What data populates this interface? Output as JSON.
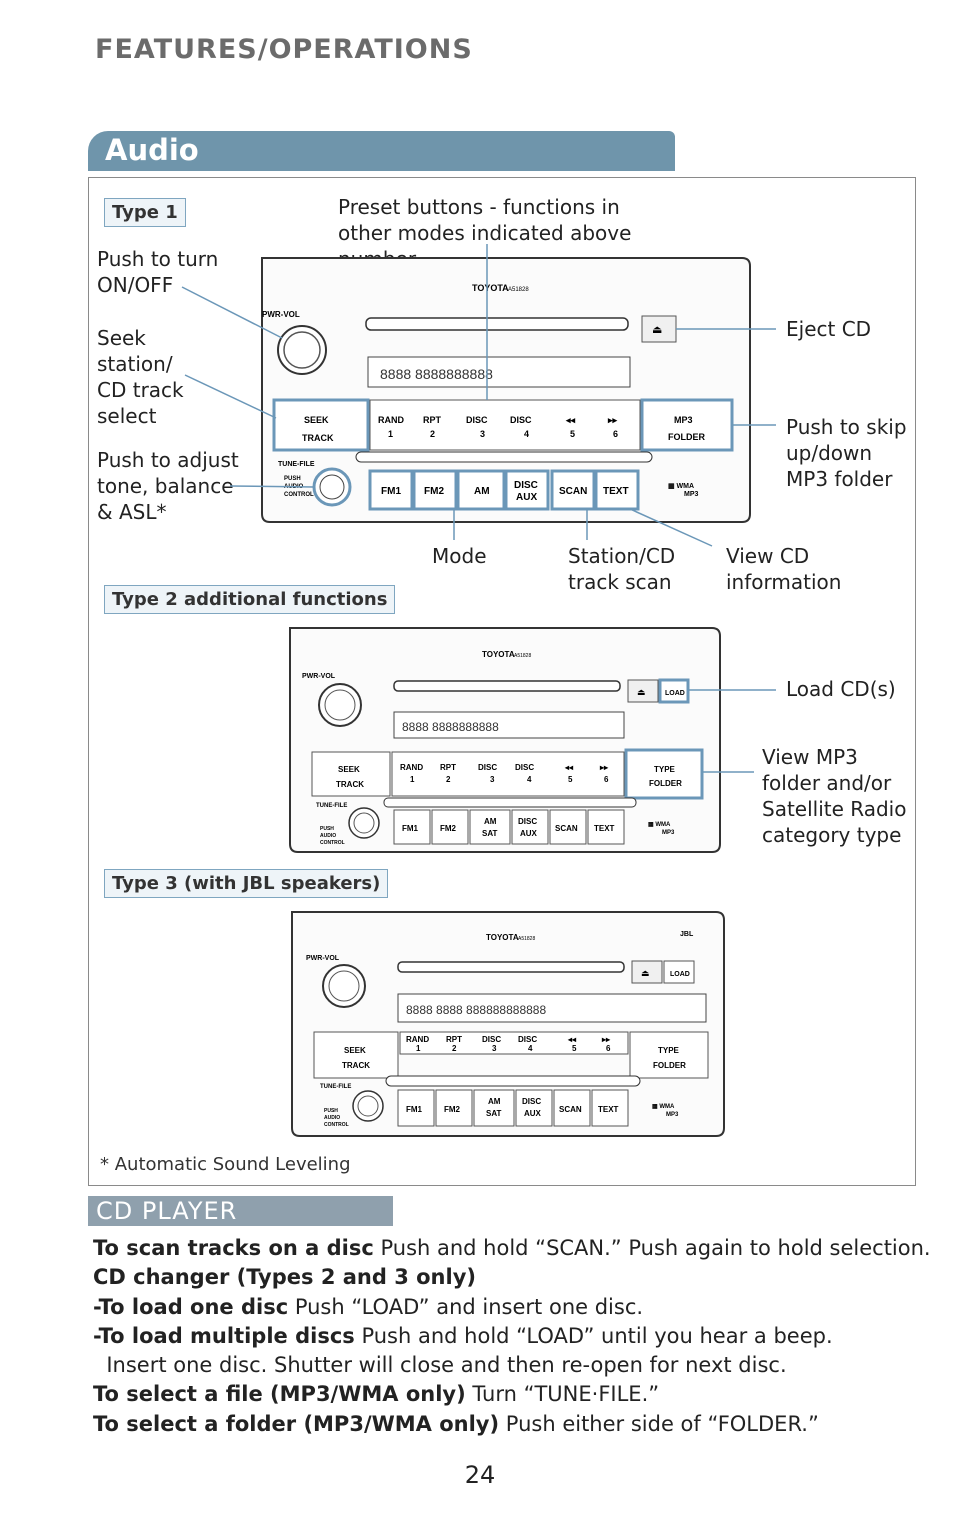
{
  "page": {
    "section_title": "FEATURES/OPERATIONS",
    "banner": "Audio",
    "page_number": "24",
    "footnote": "* Automatic Sound Leveling"
  },
  "type_tags": {
    "type1": "Type 1",
    "type2": "Type 2 additional functions",
    "type3": "Type 3 (with JBL speakers)"
  },
  "callouts": {
    "preset": "Preset buttons - functions in other modes indicated above number",
    "push_on_off": "Push to turn ON/OFF",
    "seek": "Seek station/ CD track select",
    "adjust": "Push to adjust tone, balance & ASL*",
    "eject": "Eject CD",
    "skip_folder": "Push to skip up/down MP3 folder",
    "mode": "Mode",
    "scan": "Station/CD track scan",
    "view_cd": "View CD information",
    "load": "Load CD(s)",
    "view_mp3": "View MP3 folder and/or Satellite Radio category type"
  },
  "radio": {
    "brand": "TOYOTA",
    "model": "A51828",
    "pwr_vol": "PWR-VOL",
    "tune_file": "TUNE-FILE",
    "push_audio_control": "PUSH AUDIO CONTROL",
    "seek": "SEEK",
    "track": "TRACK",
    "presets_type1": [
      "RAND 1",
      "RPT 2",
      "DISC 3",
      "DISC 4",
      "5",
      "6"
    ],
    "mp3_folder": "MP3 FOLDER",
    "type_folder": "TYPE FOLDER",
    "bottom_type1": [
      "FM1",
      "FM2",
      "AM",
      "DISC AUX",
      "SCAN",
      "TEXT"
    ],
    "bottom_type2": [
      "FM1",
      "FM2",
      "AM SAT",
      "DISC AUX",
      "SCAN",
      "TEXT"
    ],
    "load": "LOAD",
    "wma_mp3": "WMA MP3",
    "jbl": "JBL"
  },
  "cd_player": {
    "title": "CD PLAYER",
    "lines": [
      {
        "bold": "To scan tracks on a disc",
        "text": " Push and hold “SCAN.” Push again to hold selection."
      },
      {
        "bold": "CD changer (Types 2 and 3 only)",
        "text": ""
      },
      {
        "bold": "-To load one disc",
        "text": " Push “LOAD” and insert one disc."
      },
      {
        "bold": "-To load multiple discs",
        "text": " Push and hold “LOAD” until you hear a beep."
      },
      {
        "bold": "",
        "text": "  Insert one disc. Shutter will close and then re-open for next disc."
      },
      {
        "bold": "To select a file (MP3/WMA only)",
        "text": " Turn “TUNE·FILE.”"
      },
      {
        "bold": "To select a folder (MP3/WMA only)",
        "text": " Push either side of “FOLDER.”"
      }
    ]
  },
  "colors": {
    "accent": "#6f95ab",
    "callout_line": "#6b97b8",
    "cdplayer_bar": "#8fa0ad"
  }
}
